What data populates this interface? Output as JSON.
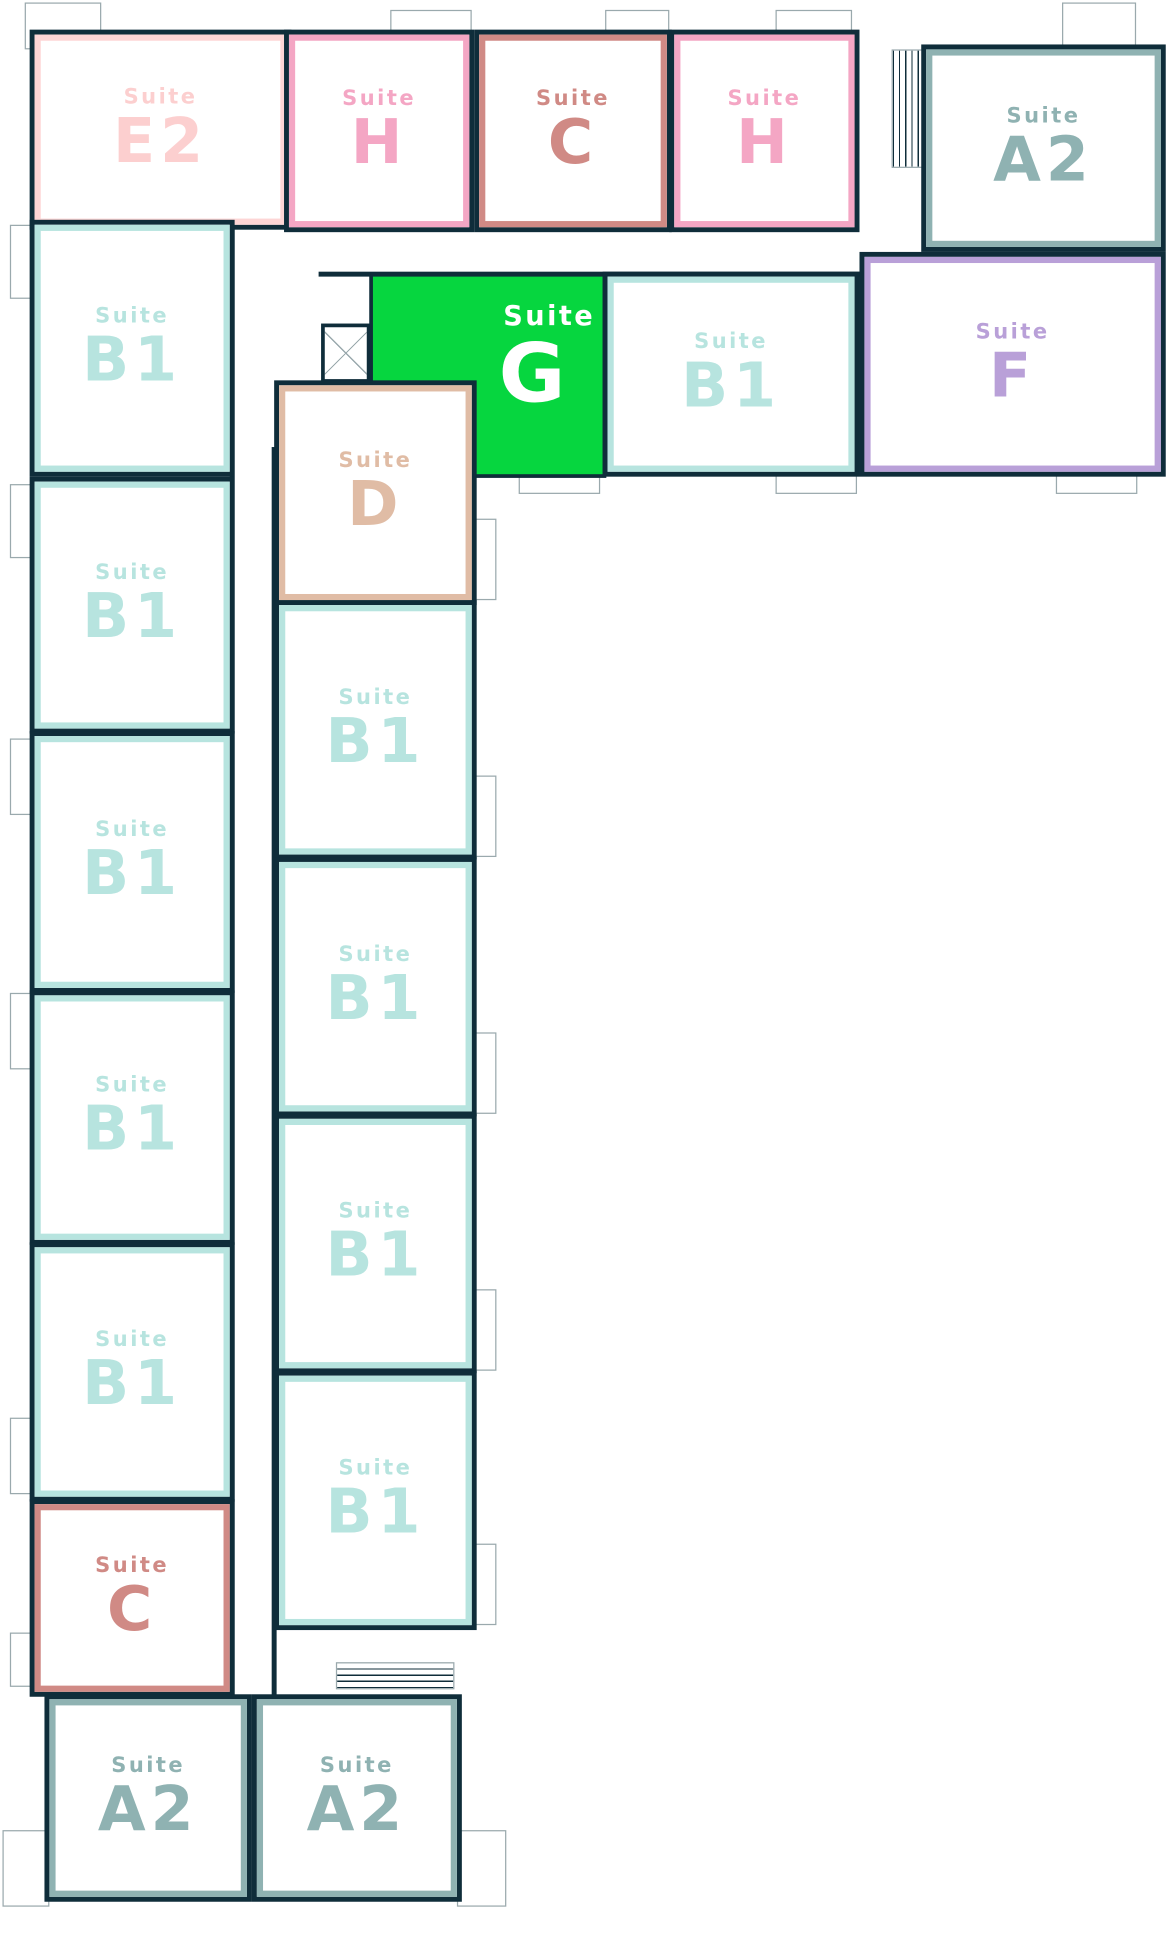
{
  "plan": {
    "suite_word": "Suite",
    "suites": [
      {
        "id": "E2",
        "color": "#fccfcf"
      },
      {
        "id": "H",
        "color": "#f4a6c4"
      },
      {
        "id": "C",
        "color": "#d08a85"
      },
      {
        "id": "H",
        "color": "#f4a6c4"
      },
      {
        "id": "A2",
        "color": "#8fb2b2"
      },
      {
        "id": "G",
        "color": "#ffffff",
        "fill": "#06d63f",
        "highlighted": true
      },
      {
        "id": "B1",
        "color": "#b7e4df"
      },
      {
        "id": "F",
        "color": "#b9a0d8"
      },
      {
        "id": "D",
        "color": "#e0bca5"
      },
      {
        "id": "B1",
        "color": "#b7e4df"
      },
      {
        "id": "B1",
        "color": "#b7e4df"
      },
      {
        "id": "B1",
        "color": "#b7e4df"
      },
      {
        "id": "B1",
        "color": "#b7e4df"
      },
      {
        "id": "B1",
        "color": "#b7e4df"
      },
      {
        "id": "B1",
        "color": "#b7e4df"
      },
      {
        "id": "B1",
        "color": "#b7e4df"
      },
      {
        "id": "B1",
        "color": "#b7e4df"
      },
      {
        "id": "B1",
        "color": "#b7e4df"
      },
      {
        "id": "C",
        "color": "#d08a85"
      },
      {
        "id": "A2",
        "color": "#8fb2b2"
      },
      {
        "id": "A2",
        "color": "#8fb2b2"
      }
    ]
  }
}
